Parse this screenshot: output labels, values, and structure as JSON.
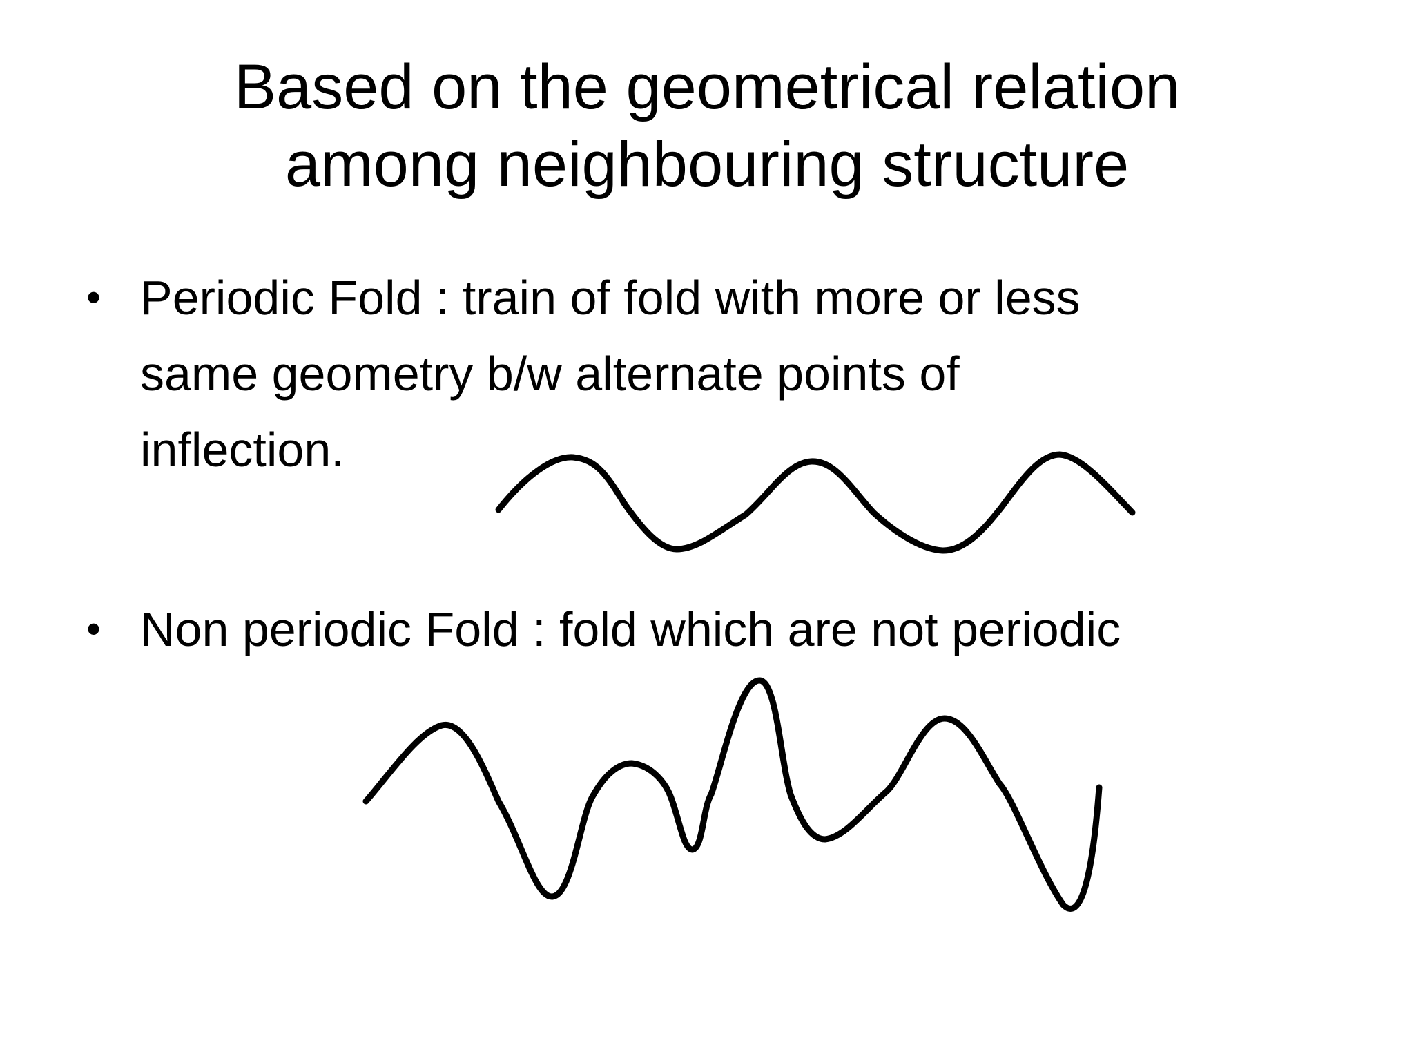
{
  "slide": {
    "title_lines": [
      "Based on the geometrical relation",
      "among neighbouring structure"
    ],
    "bullets": [
      {
        "marker": "•",
        "lines": [
          "Periodic Fold : train of fold  with more or less",
          "same geometry b/w alternate points of",
          "inflection."
        ]
      },
      {
        "marker": "•",
        "lines": [
          "Non periodic Fold : fold which are not periodic"
        ]
      }
    ],
    "colors": {
      "background": "#ffffff",
      "text": "#000000",
      "stroke": "#000000"
    }
  }
}
